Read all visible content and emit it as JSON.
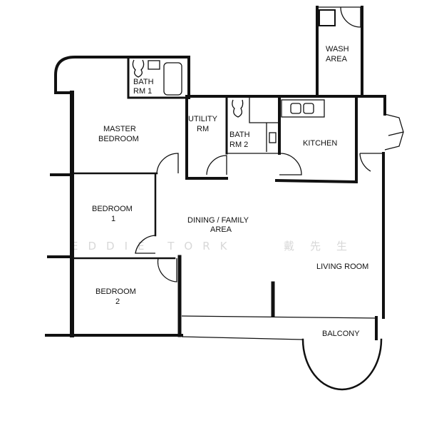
{
  "title": "Apartment Floor Plan",
  "rooms": {
    "wash_area": [
      "WASH",
      "AREA"
    ],
    "bath_rm_1": [
      "BATH",
      "RM 1"
    ],
    "utility_rm": [
      "UTILITY",
      "RM"
    ],
    "bath_rm_2": [
      "BATH",
      "RM 2"
    ],
    "kitchen": "KITCHEN",
    "master_bedroom": [
      "MASTER",
      "BEDROOM"
    ],
    "bedroom_1": [
      "BEDROOM",
      "1"
    ],
    "bedroom_2": [
      "BEDROOM",
      "2"
    ],
    "dining_family": [
      "DINING / FAMILY",
      "AREA"
    ],
    "living_room": "LIVING ROOM",
    "balcony": "BALCONY"
  },
  "watermark": {
    "latin": "EDDIE TORK",
    "chinese": "戴先生"
  }
}
